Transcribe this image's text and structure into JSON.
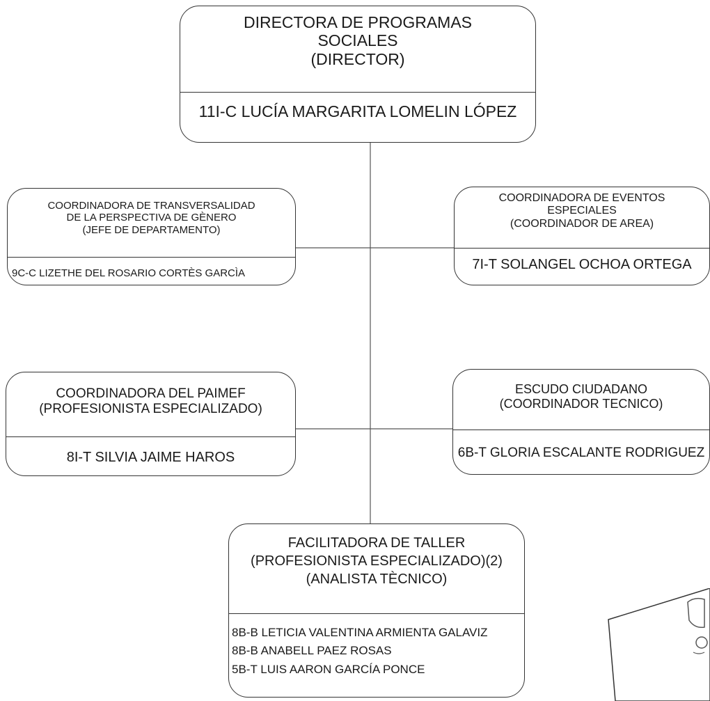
{
  "director": {
    "title_lines": [
      "DIRECTORA DE PROGRAMAS",
      "SOCIALES",
      "(DIRECTOR)"
    ],
    "person": "11I-C LUCÍA MARGARITA LOMELIN LÓPEZ"
  },
  "transversalidad": {
    "title_lines": [
      "COORDINADORA DE TRANSVERSALIDAD",
      "DE LA PERSPECTIVA DE GÈNERO",
      "(JEFE DE DEPARTAMENTO)"
    ],
    "person": "9C-C LIZETHE DEL ROSARIO CORTÈS GARCÌA"
  },
  "eventos": {
    "title_lines": [
      "COORDINADORA DE EVENTOS",
      "ESPECIALES",
      "(COORDINADOR DE AREA)"
    ],
    "person": "7I-T SOLANGEL OCHOA ORTEGA"
  },
  "paimef": {
    "title_lines": [
      "COORDINADORA DEL PAIMEF",
      "(PROFESIONISTA ESPECIALIZADO)"
    ],
    "person": "8I-T SILVIA JAIME HAROS"
  },
  "escudo": {
    "title_lines": [
      "ESCUDO CIUDADANO",
      "(COORDINADOR TECNICO)"
    ],
    "person": "6B-T GLORIA ESCALANTE RODRIGUEZ"
  },
  "facilitadora": {
    "title_lines": [
      "FACILITADORA DE TALLER",
      "(PROFESIONISTA ESPECIALIZADO)(2)",
      "(ANALISTA TÈCNICO)"
    ],
    "people": [
      "8B-B LETICIA VALENTINA ARMIENTA GALAVIZ",
      "8B-B ANABELL PAEZ ROSAS",
      "5B-T LUIS AARON GARCÍA PONCE"
    ]
  }
}
